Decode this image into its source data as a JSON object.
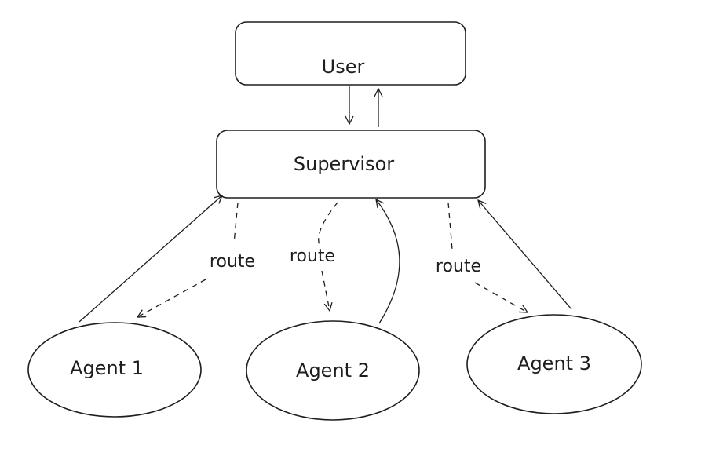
{
  "nodes": {
    "user": "User",
    "supervisor": "Supervisor",
    "agent1": "Agent 1",
    "agent2": "Agent 2",
    "agent3": "Agent 3"
  },
  "edges": {
    "route_label_1": "route",
    "route_label_2": "route",
    "route_label_3": "route"
  }
}
